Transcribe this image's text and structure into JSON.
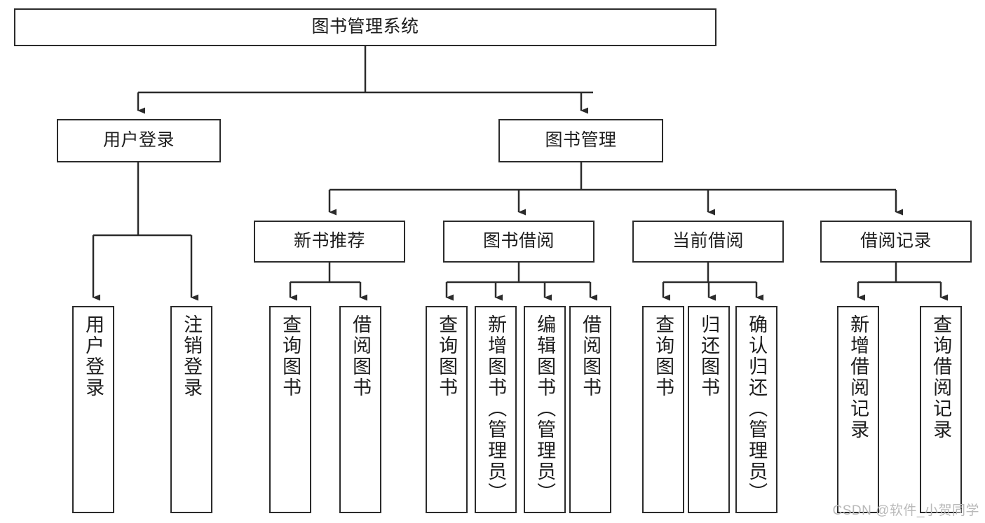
{
  "diagram": {
    "title": "图书管理系统",
    "watermark": "CSDN @软件_小贺同学",
    "colors": {
      "stroke": "#2b2b2b",
      "fill": "#ffffff",
      "text": "#1d1d1d",
      "watermark": "#b9b9b9"
    },
    "root": {
      "label": "图书管理系统"
    },
    "level2": [
      {
        "label": "用户登录"
      },
      {
        "label": "图书管理"
      }
    ],
    "level3": [
      {
        "label": "新书推荐"
      },
      {
        "label": "图书借阅"
      },
      {
        "label": "当前借阅"
      },
      {
        "label": "借阅记录"
      }
    ],
    "leaves": {
      "user_login": [
        {
          "label": "用户登录"
        },
        {
          "label": "注销登录"
        }
      ],
      "new_book_recommend": [
        {
          "label": "查询图书"
        },
        {
          "label": "借阅图书"
        }
      ],
      "book_borrow": [
        {
          "label": "查询图书"
        },
        {
          "label": "新增图书（管理员）"
        },
        {
          "label": "编辑图书（管理员）"
        },
        {
          "label": "借阅图书"
        }
      ],
      "current_borrow": [
        {
          "label": "查询图书"
        },
        {
          "label": "归还图书"
        },
        {
          "label": "确认归还（管理员）"
        }
      ],
      "borrow_record": [
        {
          "label": "新增借阅记录"
        },
        {
          "label": "查询借阅记录"
        }
      ]
    }
  }
}
